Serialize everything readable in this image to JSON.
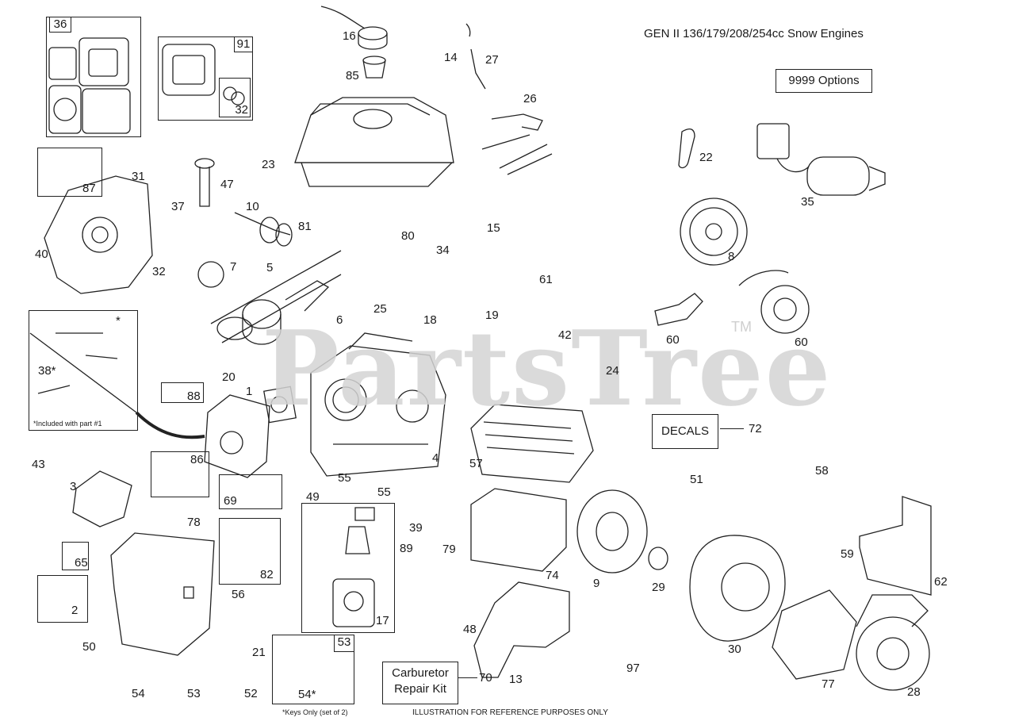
{
  "header": {
    "title": "GEN II 136/179/208/254cc Snow Engines",
    "footer": "ILLUSTRATION FOR REFERENCE PURPOSES ONLY"
  },
  "watermark": {
    "text": "PartsTree",
    "mark": "TM",
    "color": "#d4d4d4"
  },
  "callouts": {
    "options": "9999  Options",
    "decals": "DECALS",
    "decals_num": "72",
    "carb_line1": "Carburetor",
    "carb_line2": "Repair Kit",
    "carb_num": "70"
  },
  "notes": {
    "included": "*Included with part #1",
    "keys": "*Keys Only (set of 2)",
    "star": "*"
  },
  "boxed_numbers": {
    "b36": "36",
    "b91": "91",
    "b32": "32",
    "b53": "53"
  },
  "parts": {
    "p16": "16",
    "p14": "14",
    "p27": "27",
    "p85": "85",
    "p26": "26",
    "p22": "22",
    "p35": "35",
    "p31": "31",
    "p87": "87",
    "p47": "47",
    "p23": "23",
    "p10": "10",
    "p81": "81",
    "p37": "37",
    "p40": "40",
    "p32b": "32",
    "p7": "7",
    "p5": "5",
    "p6": "6",
    "p80": "80",
    "p34": "34",
    "p15": "15",
    "p61": "61",
    "p8": "8",
    "p18": "18",
    "p19": "19",
    "p42": "42",
    "p25": "25",
    "p60a": "60",
    "p60b": "60",
    "p38": "38*",
    "p20": "20",
    "p1": "1",
    "p88": "88",
    "p24": "24",
    "p4": "4",
    "p57": "57",
    "p43": "43",
    "p3": "3",
    "p86": "86",
    "p55a": "55",
    "p49": "49",
    "p55b": "55",
    "p69": "69",
    "p39": "39",
    "p78": "78",
    "p89": "89",
    "p51": "51",
    "p58": "58",
    "p65": "65",
    "p79": "79",
    "p74": "74",
    "p9": "9",
    "p29": "29",
    "p59": "59",
    "p82": "82",
    "p62": "62",
    "p2": "2",
    "p56": "56",
    "p17": "17",
    "p48": "48",
    "p30": "30",
    "p50": "50",
    "p21": "21",
    "p13": "13",
    "p97": "97",
    "p77": "77",
    "p54a": "54",
    "p53b": "53",
    "p52": "52",
    "p54b": "54*",
    "p28": "28"
  }
}
